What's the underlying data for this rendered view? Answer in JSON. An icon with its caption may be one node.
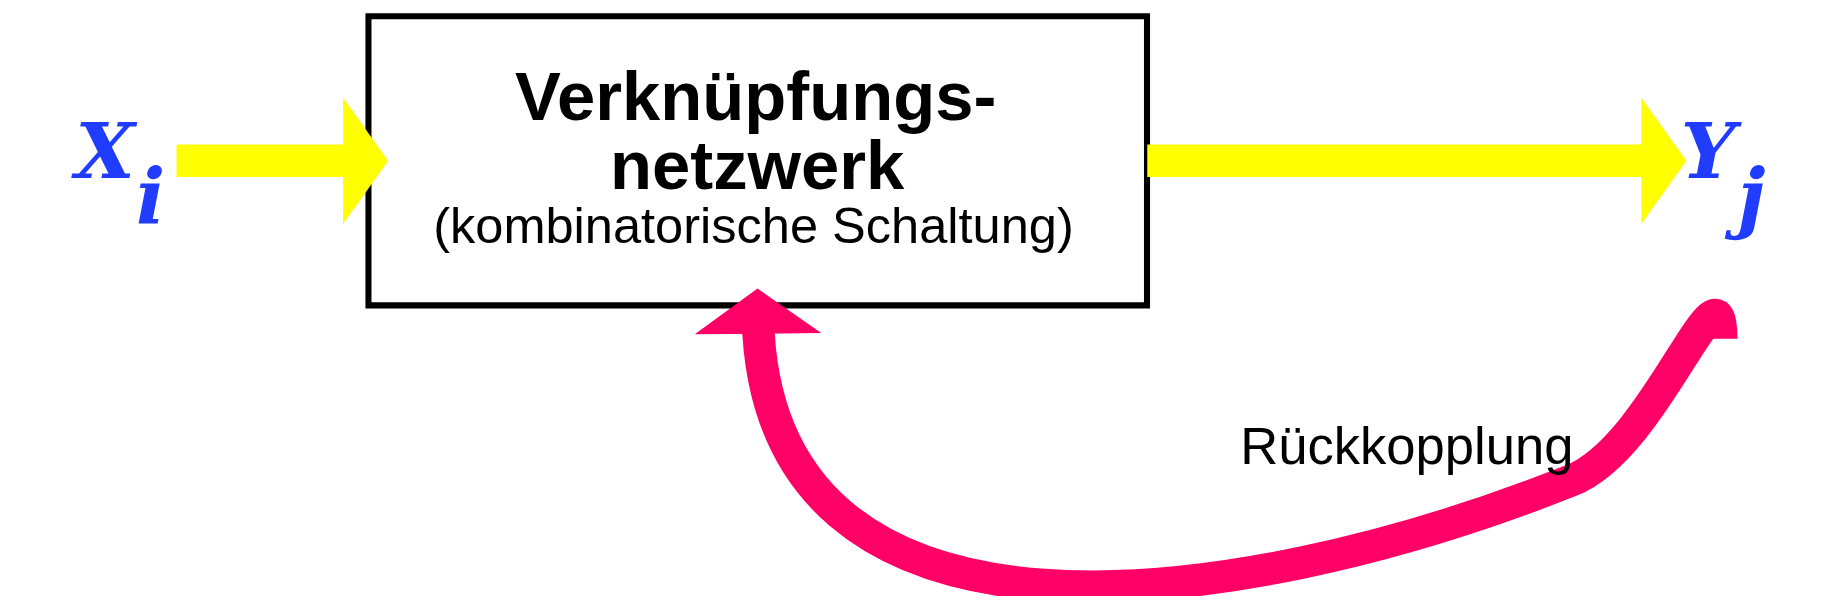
{
  "diagram": {
    "nodes": [
      {
        "text": [
          "X$_{i}$"
        ]
      },
      {
        "text": [
          "Verknüpfungs- netzwerk",
          "(kombinatorische Schaltung)"
        ]
      },
      {
        "text": [
          "Y$_{j}$"
        ]
      }
    ],
    "edges": [
      {
        "from": 0,
        "to": 1,
        "arrow": "to"
      },
      {
        "from": 1,
        "to": 2,
        "arrow": "to"
      },
      {
        "from": null,
        "to": 1,
        "arrow": "to",
        "label": "Rückkopplung",
        "color": "#ff0066"
      }
    ]
  }
}
